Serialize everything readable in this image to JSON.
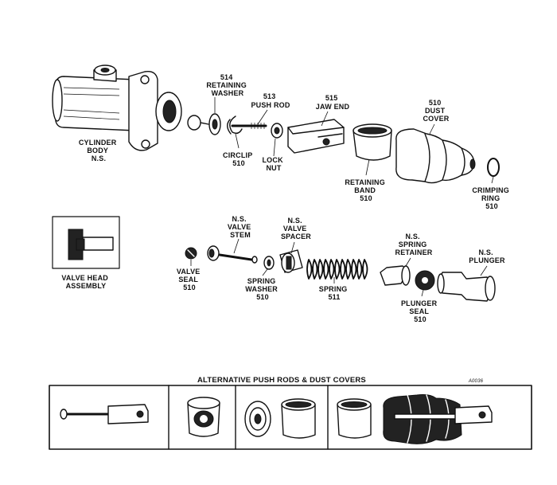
{
  "labels": {
    "cylinder_body": [
      "CYLINDER",
      "BODY",
      "N.S."
    ],
    "retaining_washer": [
      "514",
      "RETAINING",
      "WASHER"
    ],
    "push_rod": [
      "513",
      "PUSH ROD"
    ],
    "jaw_end": [
      "515",
      "JAW END"
    ],
    "dust_cover": [
      "510",
      "DUST",
      "COVER"
    ],
    "circlip": [
      "CIRCLIP",
      "510"
    ],
    "lock_nut": [
      "LOCK",
      "NUT"
    ],
    "retaining_band": [
      "RETAINING",
      "BAND",
      "510"
    ],
    "crimping_ring": [
      "CRIMPING",
      "RING",
      "510"
    ],
    "valve_head_assembly": [
      "VALVE HEAD",
      "ASSEMBLY"
    ],
    "valve_stem": [
      "N.S.",
      "VALVE",
      "STEM"
    ],
    "valve_spacer": [
      "N.S.",
      "VALVE",
      "SPACER"
    ],
    "spring_retainer": [
      "N.S.",
      "SPRING",
      "RETAINER"
    ],
    "plunger": [
      "N.S.",
      "PLUNGER"
    ],
    "valve_seal": [
      "VALVE",
      "SEAL",
      "510"
    ],
    "spring_washer": [
      "SPRING",
      "WASHER",
      "510"
    ],
    "spring": [
      "SPRING",
      "511"
    ],
    "plunger_seal": [
      "PLUNGER",
      "SEAL",
      "510"
    ]
  },
  "alternatives_title": "ALTERNATIVE PUSH RODS & DUST COVERS",
  "figure_code": "A0036"
}
